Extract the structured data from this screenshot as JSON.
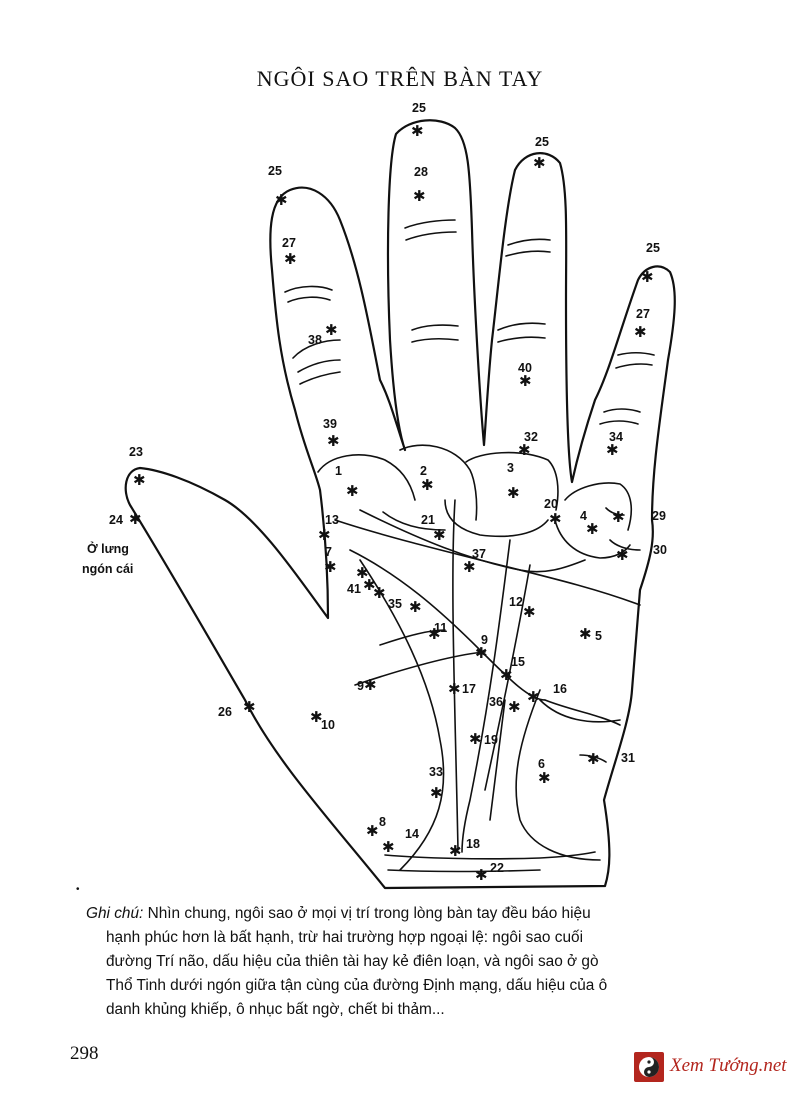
{
  "title": "NGÔI SAO TRÊN BÀN TAY",
  "labels": {
    "l25_thumb_none": "",
    "l25_index": "25",
    "l25_middle": "25",
    "l25_ring": "25",
    "l25_little": "25",
    "l27_index": "27",
    "l27_little": "27",
    "l28": "28",
    "l38": "38",
    "l39": "39",
    "l40": "40",
    "l32": "32",
    "l34": "34",
    "l23": "23",
    "l24": "24",
    "back_thumb": "Ở lưng",
    "back_thumb2": "ngón cái",
    "l1": "1",
    "l2": "2",
    "l3": "3",
    "l4": "4",
    "l20": "20",
    "l29": "29",
    "l30": "30",
    "l13": "13",
    "l21": "21",
    "l37": "37",
    "l7": "7",
    "l41": "41",
    "l35": "35",
    "l12": "12",
    "l5": "5",
    "l11": "11",
    "l9a": "9",
    "l9b": "9",
    "l15": "15",
    "l17": "17",
    "l36": "36",
    "l16": "16",
    "l26": "26",
    "l10": "10",
    "l19": "19",
    "l6": "6",
    "l31": "31",
    "l33": "33",
    "l8": "8",
    "l14": "14",
    "l18": "18",
    "l22": "22"
  },
  "note": {
    "prefix": "Ghi chú:",
    "line1": " Nhìn chung, ngôi sao ở mọi vị trí trong lòng bàn tay đều báo hiệu",
    "line2": "hạnh phúc hơn là bất hạnh, trừ hai trường hợp ngoại lệ: ngôi sao cuối",
    "line3": "đường Trí não, dấu hiệu của thiên tài hay kẻ điên loạn, và ngôi sao ở gò",
    "line4": "Thổ Tinh dưới ngón giữa tận cùng của đường Định mạng, dấu hiệu của ô",
    "line5": "danh khủng khiếp, ô nhục bất ngờ, chết bi thảm..."
  },
  "page_number": "298",
  "logo": {
    "text": "Xem Tướng.net",
    "color": "#b3261e"
  }
}
